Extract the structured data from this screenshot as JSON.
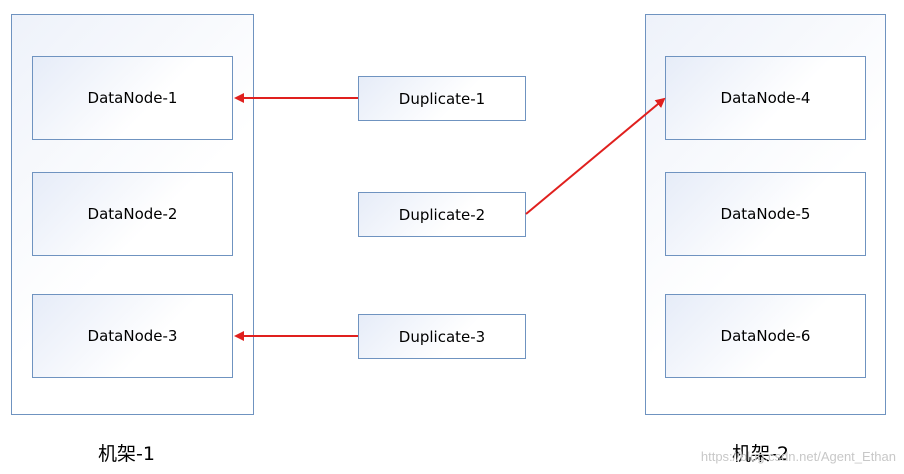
{
  "racks": [
    {
      "label": "机架-1",
      "nodes": [
        "DataNode-1",
        "DataNode-2",
        "DataNode-3"
      ]
    },
    {
      "label": "机架-2",
      "nodes": [
        "DataNode-4",
        "DataNode-5",
        "DataNode-6"
      ]
    }
  ],
  "duplicates": [
    "Duplicate-1",
    "Duplicate-2",
    "Duplicate-3"
  ],
  "edges": [
    {
      "from": "Duplicate-1",
      "to": "DataNode-1"
    },
    {
      "from": "Duplicate-2",
      "to": "DataNode-4"
    },
    {
      "from": "Duplicate-3",
      "to": "DataNode-3"
    }
  ],
  "watermark": "https://blog.csdn.net/Agent_Ethan",
  "colors": {
    "border": "#6f93c0",
    "arrow": "#e0201e"
  }
}
